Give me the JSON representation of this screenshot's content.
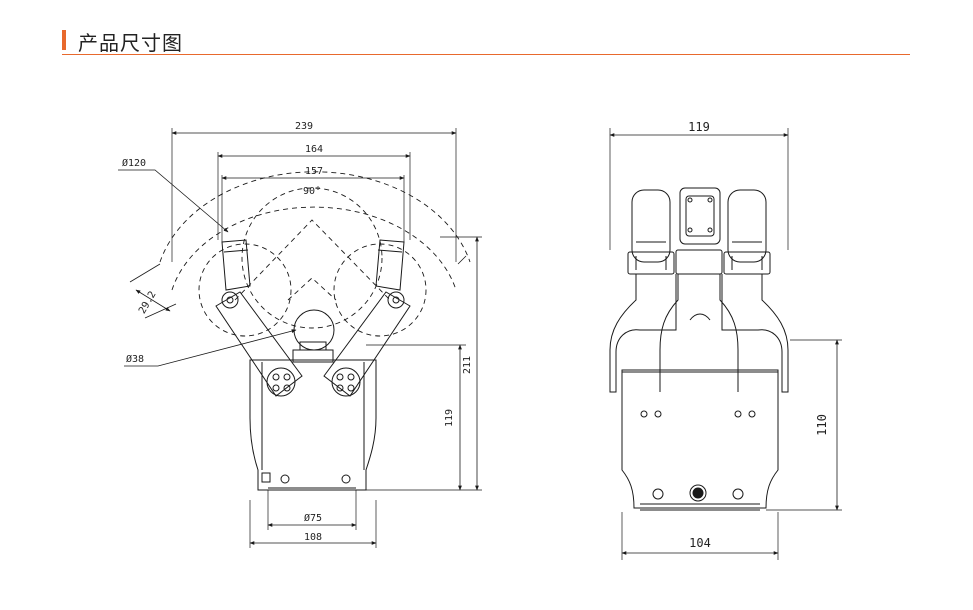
{
  "header": {
    "title": "产品尺寸图"
  },
  "colors": {
    "accent": "#e8692d",
    "line": "#1a1a1a"
  },
  "front_view": {
    "dim_239": "239",
    "dim_164": "164",
    "dim_157": "157",
    "angle_90": "90°",
    "dia_120": "Ø120",
    "dim_29_2": "29.2",
    "dia_38": "Ø38",
    "dim_211": "211",
    "dim_119": "119",
    "dia_75": "Ø75",
    "dim_108": "108"
  },
  "side_view": {
    "dim_119": "119",
    "dim_110": "110",
    "dim_104": "104"
  }
}
